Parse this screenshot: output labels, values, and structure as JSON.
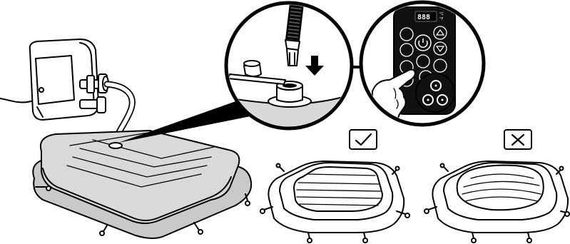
{
  "display": {
    "digits": "888",
    "unit_c": "°C",
    "unit_f": "°F"
  },
  "indicators": {
    "correct": "check",
    "incorrect": "cross"
  },
  "icons": [
    "pump-unit-icon",
    "hose-icon",
    "spa-cover-icon",
    "air-valve-icon",
    "down-arrow-icon",
    "control-panel-icon",
    "finger-icon",
    "check-mark-icon",
    "x-mark-icon"
  ]
}
